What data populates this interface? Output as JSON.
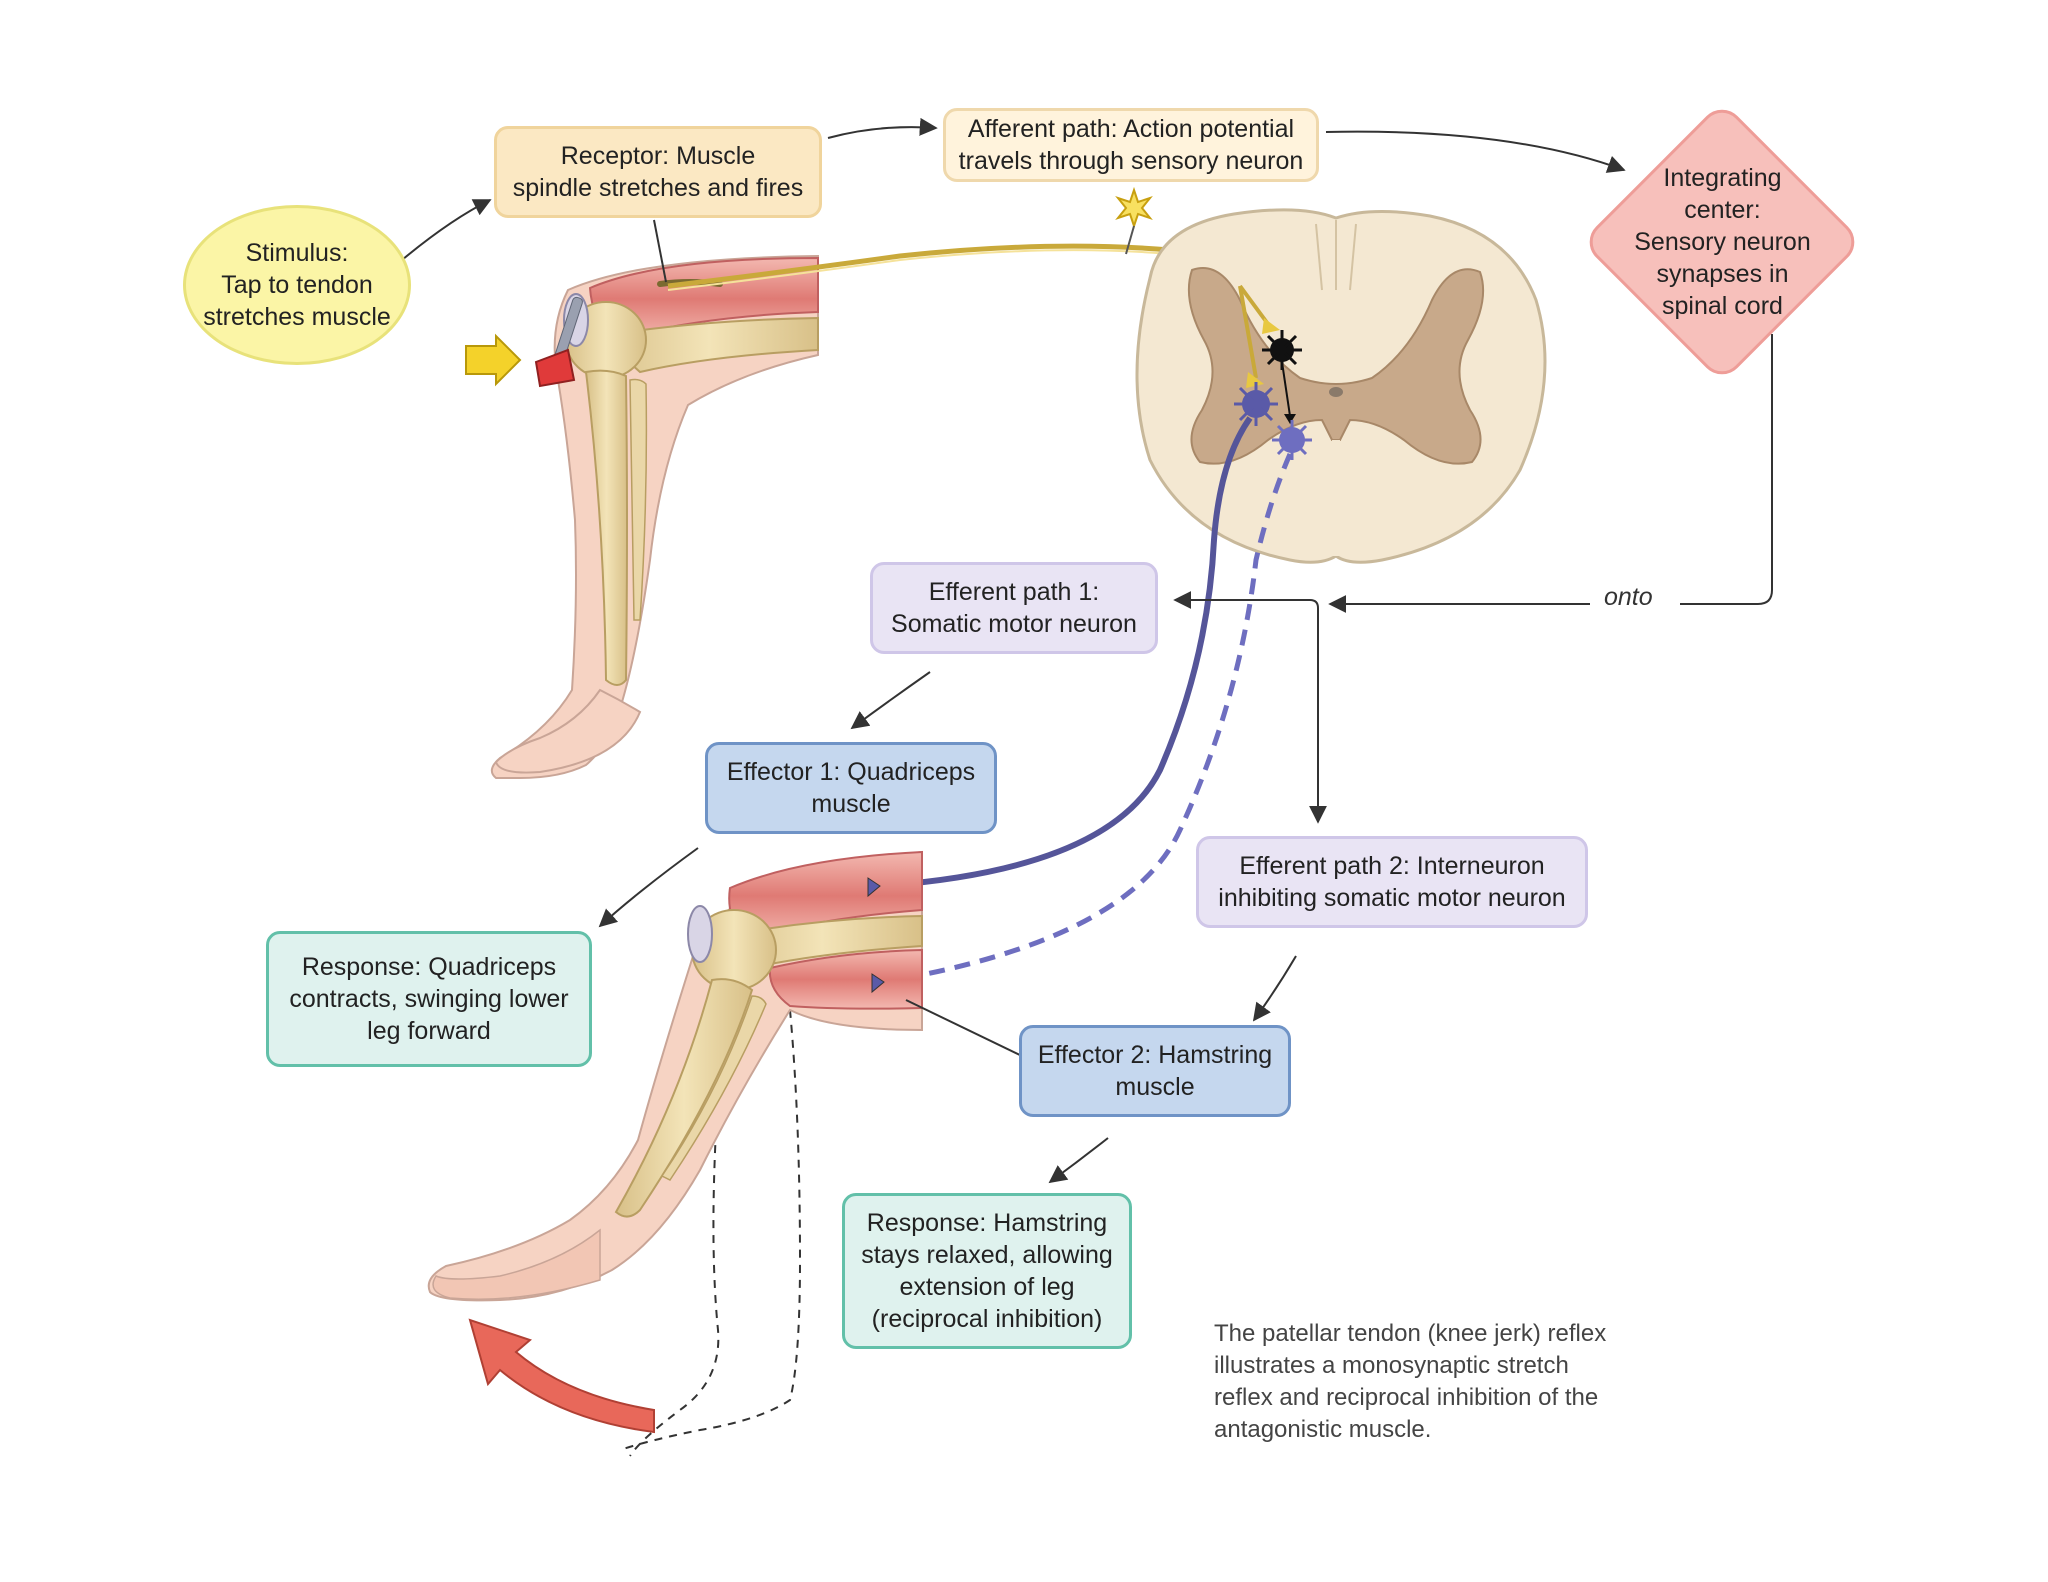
{
  "stimulus": {
    "lines": [
      "Stimulus:",
      "Tap to tendon",
      "stretches muscle"
    ]
  },
  "receptor": {
    "lines": [
      "Receptor: Muscle",
      "spindle stretches and fires"
    ]
  },
  "afferent": {
    "lines": [
      "Afferent path: Action potential",
      "travels through sensory neuron"
    ]
  },
  "integrating": {
    "lines": [
      "Integrating",
      "center:",
      "Sensory neuron",
      "synapses in",
      "spinal cord"
    ]
  },
  "connector_label": "onto",
  "efferent1": {
    "lines": [
      "Efferent path 1:",
      "Somatic motor neuron"
    ]
  },
  "efferent2": {
    "lines": [
      "Efferent path 2: Interneuron",
      "inhibiting somatic motor neuron"
    ]
  },
  "effector1": {
    "lines": [
      "Effector 1: Quadriceps",
      "muscle"
    ]
  },
  "effector2": {
    "lines": [
      "Effector 2: Hamstring",
      "muscle"
    ]
  },
  "response1": {
    "lines": [
      "Response: Quadriceps",
      "contracts, swinging lower",
      "leg forward"
    ]
  },
  "response2": {
    "lines": [
      "Response: Hamstring",
      "stays relaxed, allowing",
      "extension of leg",
      "(reciprocal inhibition)"
    ]
  },
  "caption": {
    "lines": [
      "The patellar tendon (knee jerk) reflex",
      "illustrates a monosynaptic stretch",
      "reflex and reciprocal inhibition of the",
      "antagonistic muscle."
    ]
  },
  "colors": {
    "stimulus": "#fbf5a6",
    "receptor": "#fbe8c3",
    "afferent": "#fff3dc",
    "integrating": "#f7c0bb",
    "efferent": "#e9e4f4",
    "effector": "#c5d7ee",
    "response": "#dff2ee",
    "motor_neuron": "#5a5aa8",
    "muscle": "#e07c7c",
    "bone": "#e9d7a6"
  }
}
